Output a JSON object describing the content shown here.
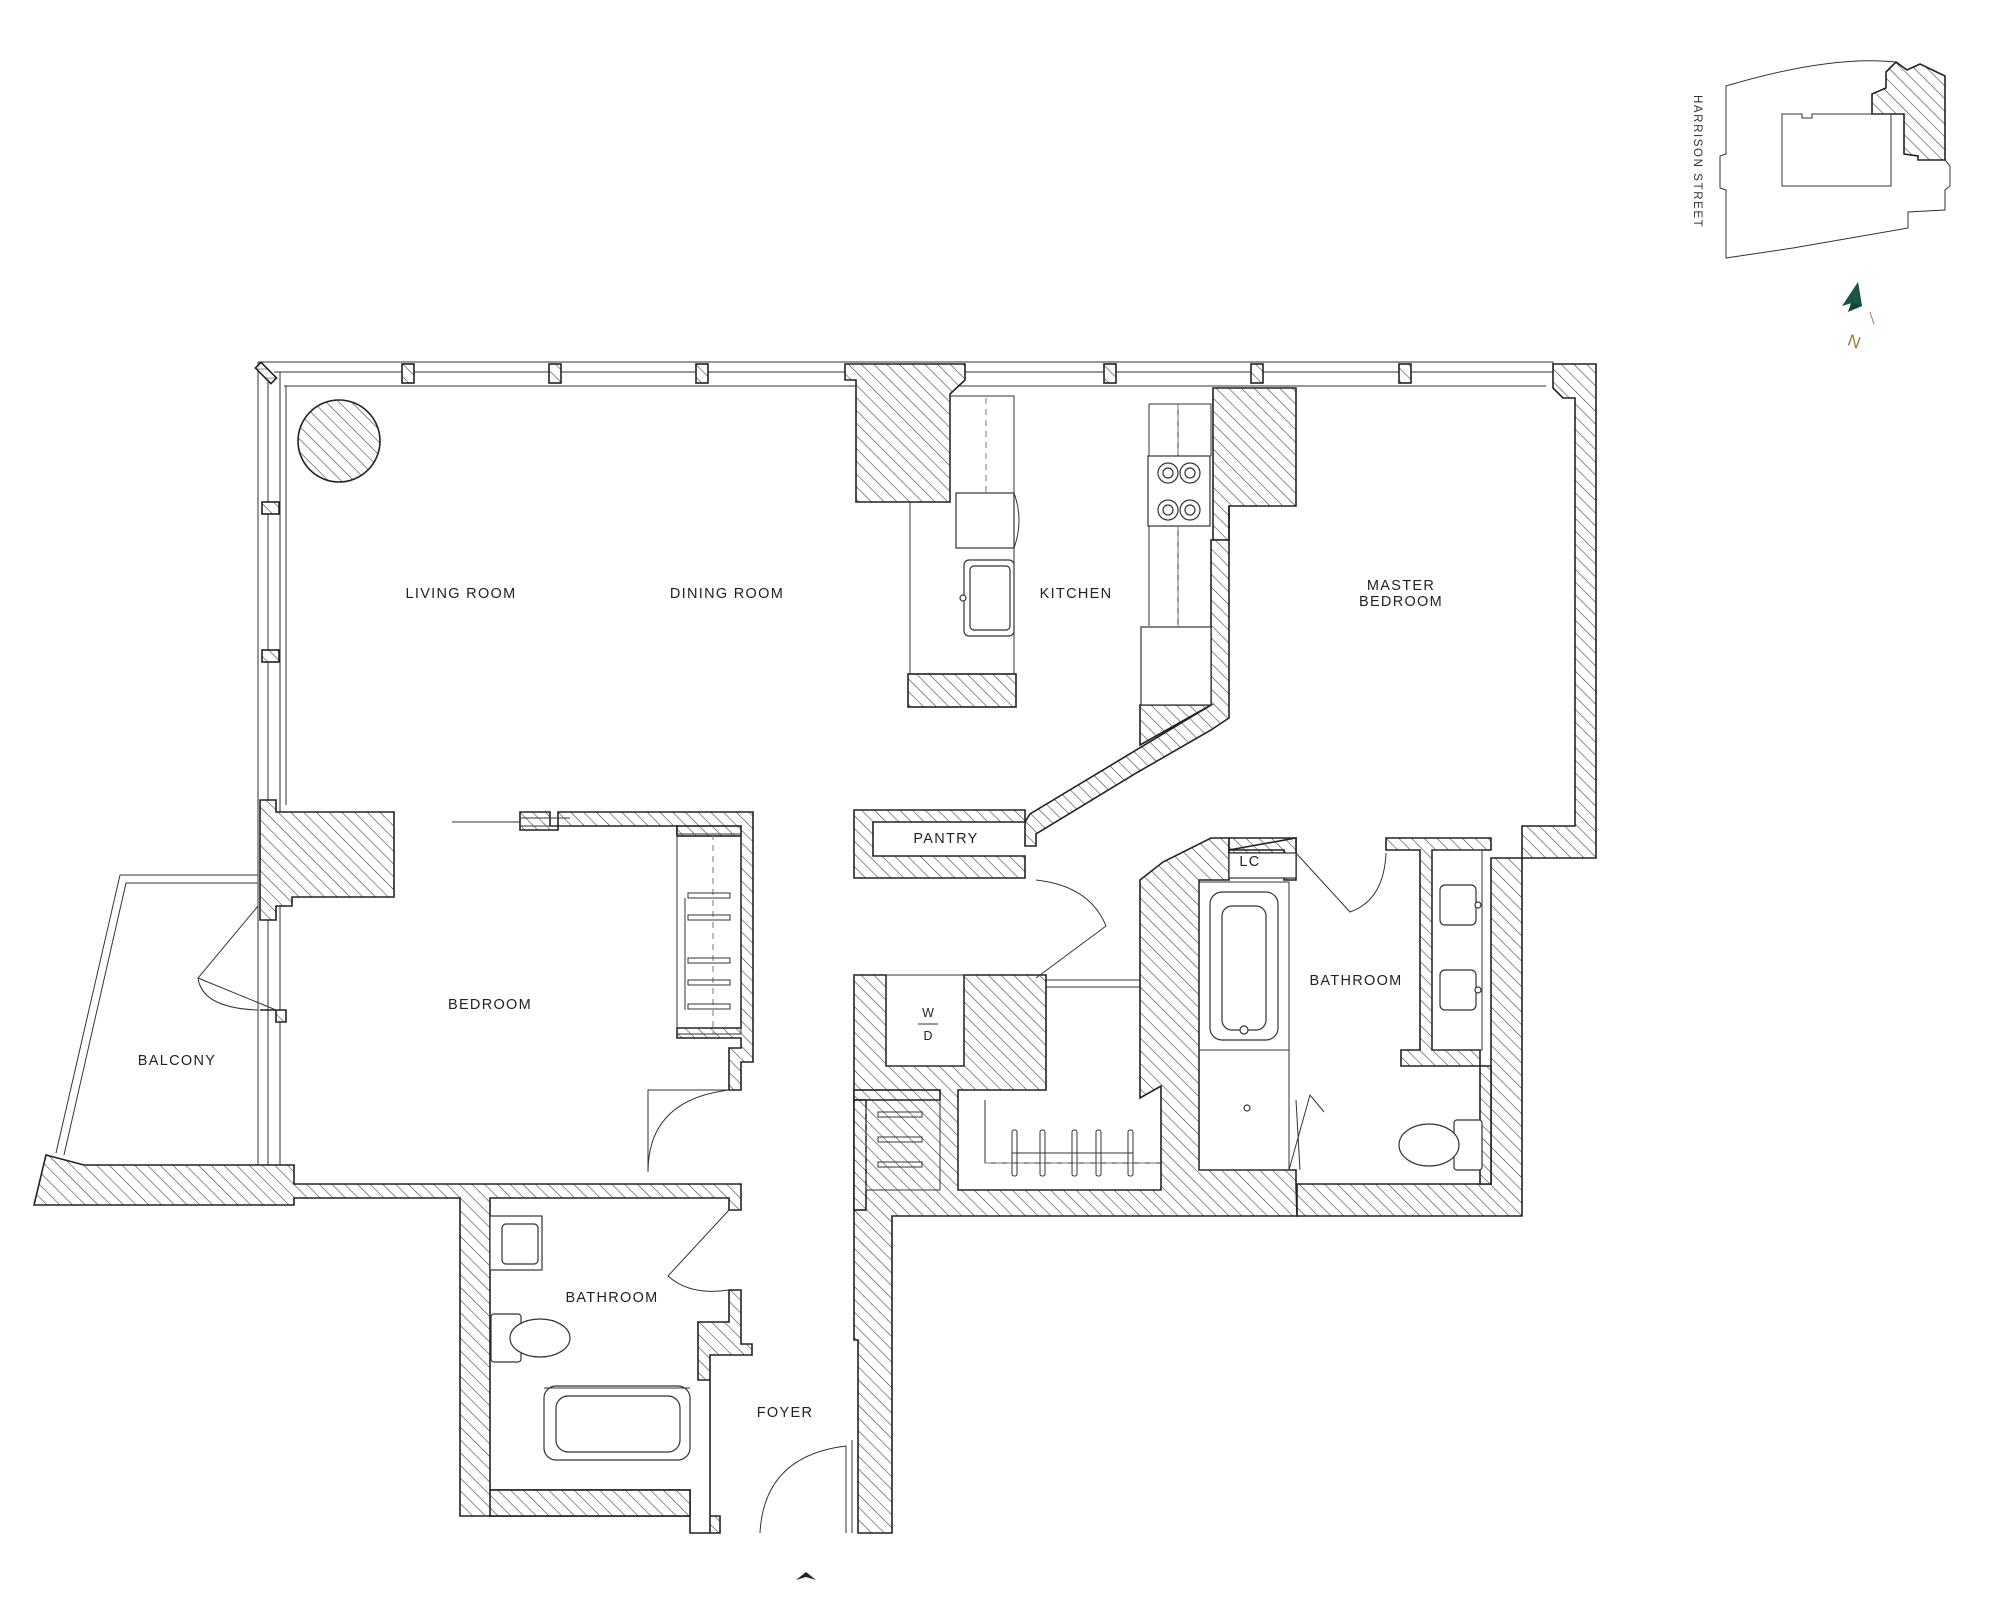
{
  "rooms": {
    "living_room": "LIVING ROOM",
    "dining_room": "DINING ROOM",
    "kitchen": "KITCHEN",
    "master_bedroom_line1": "MASTER",
    "master_bedroom_line2": "BEDROOM",
    "pantry": "PANTRY",
    "lc": "LC",
    "master_bathroom": "BATHROOM",
    "bedroom": "BEDROOM",
    "balcony": "BALCONY",
    "washer": "W",
    "dryer": "D",
    "bathroom": "BATHROOM",
    "foyer": "FOYER"
  },
  "key_plan": {
    "street": "HARRISON STREET",
    "north": "N"
  },
  "colors": {
    "line": "#222222",
    "hatch": "#444444",
    "north_arrow": "#14453a",
    "north_label": "#a07a3c"
  }
}
